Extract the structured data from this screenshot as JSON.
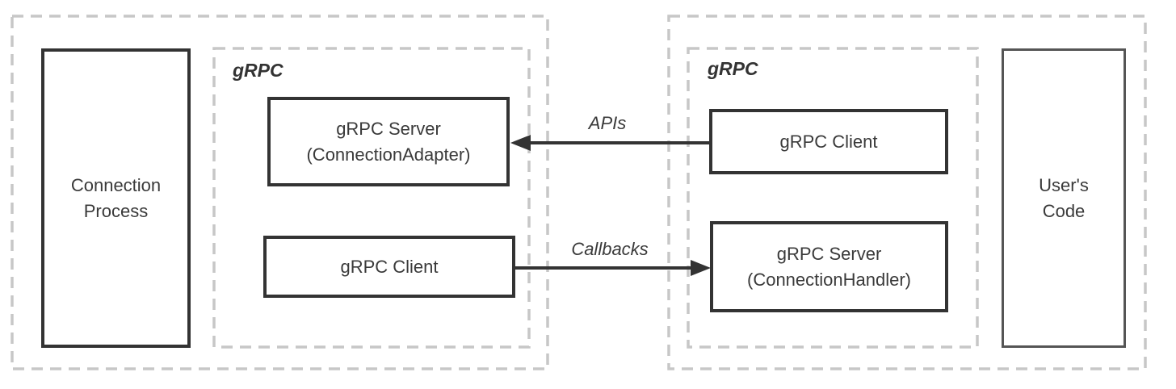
{
  "diagram": {
    "left_panel": {
      "connection_process_label": "Connection\nProcess",
      "grpc_group_label": "gRPC",
      "grpc_server_label": "gRPC Server\n(ConnectionAdapter)",
      "grpc_client_label": "gRPC Client"
    },
    "right_panel": {
      "grpc_group_label": "gRPC",
      "grpc_client_label": "gRPC Client",
      "grpc_server_label": "gRPC Server\n(ConnectionHandler)",
      "users_code_label": "User's\nCode"
    },
    "arrows": {
      "apis_label": "APIs",
      "callbacks_label": "Callbacks"
    },
    "colors": {
      "solid_box_border": "#333333",
      "users_code_border": "#555555",
      "dashed_boundary": "#c7c7c7",
      "text": "#3a3a3a",
      "arrow": "#333333",
      "background": "#ffffff"
    }
  }
}
